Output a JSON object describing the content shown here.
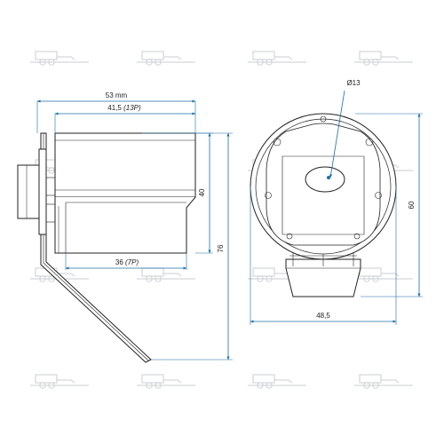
{
  "drawing": {
    "side_view": {
      "overall_width": "53 mm",
      "inner_width_prefix": "41,5 ",
      "inner_width_suffix": "(13P)",
      "bottom_width_prefix": "36 ",
      "bottom_width_suffix": "(7P)",
      "height_body": "40",
      "height_total": "76"
    },
    "front_view": {
      "hole_diameter": "Ø13",
      "height": "60",
      "width": "48,5"
    }
  },
  "colors": {
    "dimension_line": "#1b6fa8",
    "outline": "#222222",
    "watermark": "#cfd2d6"
  },
  "icons": [
    "trailer-watermark-icon"
  ]
}
